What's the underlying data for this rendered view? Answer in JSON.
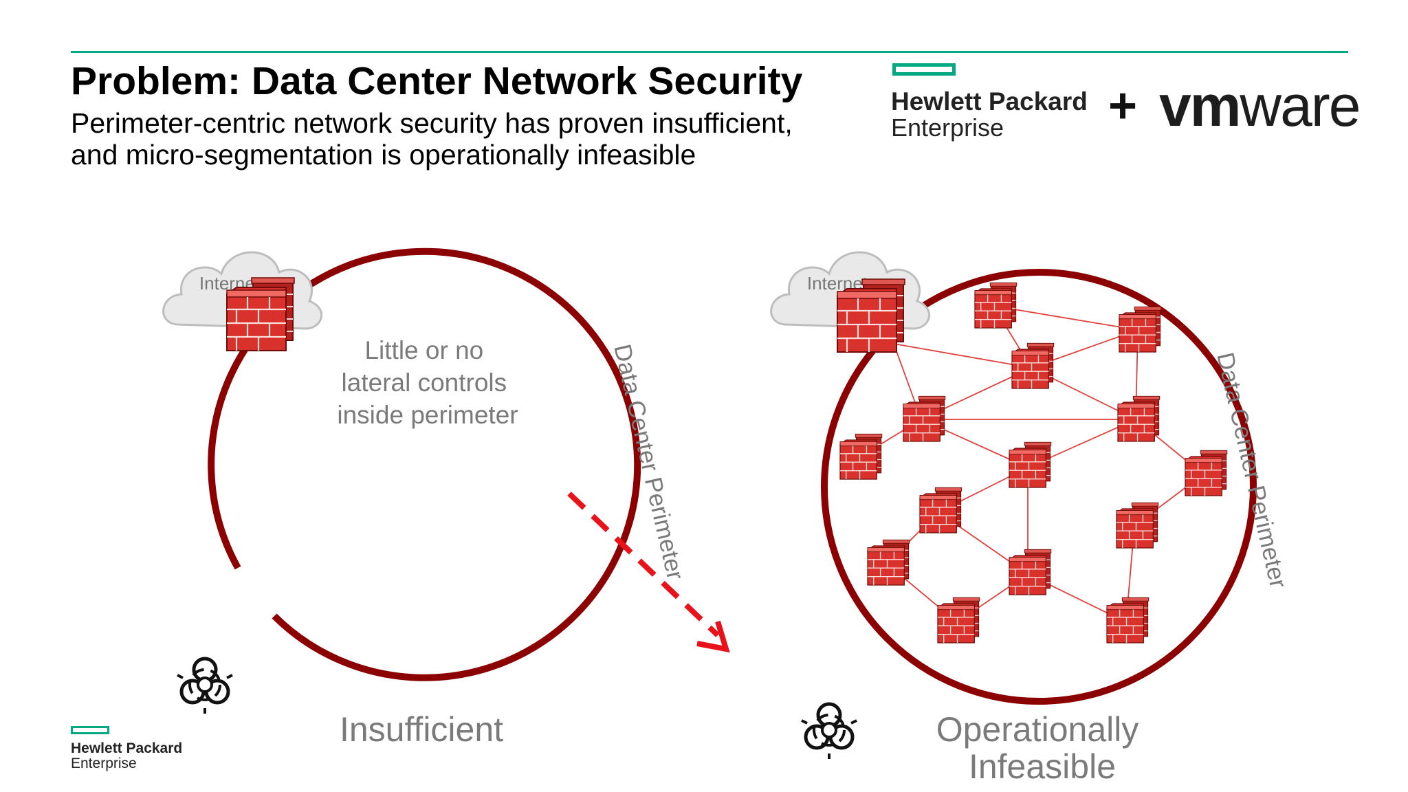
{
  "slide": {
    "title": "Problem: Data Center Network Security",
    "subtitle": "Perimeter-centric network security has proven insufficient, and micro-segmentation is operationally infeasible",
    "accent_color": "#01a982",
    "perimeter_color": "#8b0000",
    "firewall_color": "#d9312c",
    "arrow_color": "#e8121a"
  },
  "logos": {
    "hpe_line1": "Hewlett Packard",
    "hpe_line2": "Enterprise",
    "plus": "+",
    "vmware_bold": "vm",
    "vmware_light": "ware"
  },
  "left_panel": {
    "cloud_label": "Internet",
    "inner_text_lines": [
      "Little or no",
      "lateral controls",
      "inside perimeter"
    ],
    "perimeter_label": "Data Center Perimeter",
    "caption": "Insufficient",
    "biohazard_icon": "biohazard-icon",
    "firewall_icon": "firewall-icon"
  },
  "right_panel": {
    "cloud_label": "Internet",
    "perimeter_label": "Data Center Perimeter",
    "caption_lines": [
      "Operationally",
      "Infeasible"
    ],
    "biohazard_icon": "biohazard-icon",
    "firewall_icon": "firewall-icon"
  }
}
